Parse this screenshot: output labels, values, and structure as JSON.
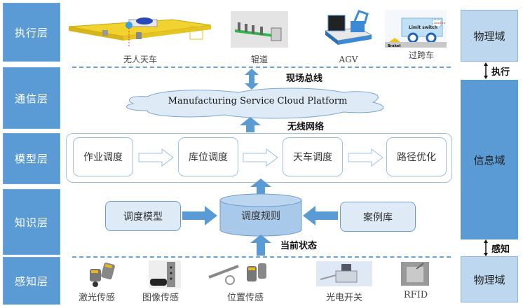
{
  "layers": [
    {
      "label": "执行层"
    },
    {
      "label": "通信层"
    },
    {
      "label": "模型层"
    },
    {
      "label": "知识层"
    },
    {
      "label": "感知层"
    }
  ],
  "domains": {
    "physical_top": "物理域",
    "information": "信息域",
    "physical_bottom": "物理域",
    "execute_label": "执行",
    "perceive_label": "感知"
  },
  "execution": {
    "devices": [
      {
        "label": "无人天车",
        "icon": "overhead-crane"
      },
      {
        "label": "辊道",
        "icon": "roller-conveyor"
      },
      {
        "label": "AGV",
        "icon": "agv-robot"
      },
      {
        "label": "过跨车",
        "icon": "transfer-cart"
      }
    ],
    "transfer_cart_labels": {
      "limit_switch": "Limit switch",
      "braket": "Braket"
    }
  },
  "communication": {
    "fieldbus_label": "现场总线",
    "cloud_label": "Manufacturing Service Cloud Platform",
    "wireless_label": "无线网络"
  },
  "model": {
    "steps": [
      "作业调度",
      "库位调度",
      "天车调度",
      "路径优化"
    ]
  },
  "knowledge": {
    "left_box": "调度模型",
    "center_db": "调度规则",
    "right_box": "案例库",
    "state_label": "当前状态"
  },
  "perception": {
    "sensors": [
      {
        "label": "激光传感",
        "icon": "laser-sensor"
      },
      {
        "label": "图像传感",
        "icon": "image-sensor"
      },
      {
        "label": "位置传感",
        "icon": "position-sensor"
      },
      {
        "label": "光电开关",
        "icon": "photoelectric-switch"
      },
      {
        "label": "RFID",
        "icon": "rfid-tag"
      }
    ]
  },
  "colors": {
    "layer_blue": "#5b9bd5",
    "light_blue": "#bdd7ee",
    "box_fill": "#deebf7",
    "arrow_blue": "#5b9bd5"
  }
}
